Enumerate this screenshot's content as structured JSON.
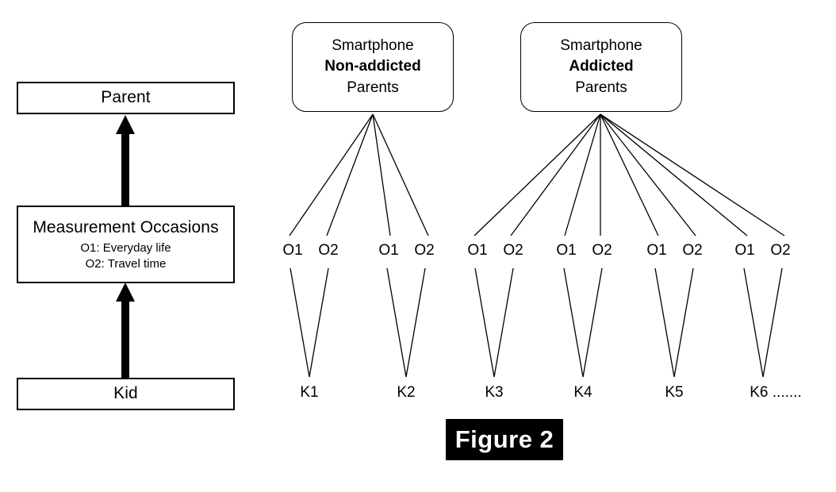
{
  "figure": {
    "caption": "Figure 2",
    "caption_bg": "#000000",
    "caption_fg": "#ffffff",
    "line_color": "#000000",
    "box_fill": "#ffffff"
  },
  "left_panel": {
    "levels": [
      {
        "id": "parent",
        "title": "Parent",
        "sublines": []
      },
      {
        "id": "measurement-occasions",
        "title": "Measurement Occasions",
        "sublines": [
          "O1: Everyday life",
          "O2: Travel time"
        ]
      },
      {
        "id": "kid",
        "title": "Kid",
        "sublines": []
      }
    ],
    "arrows": [
      {
        "id": "kid-to-occasions",
        "direction": "up"
      },
      {
        "id": "occasions-to-parent",
        "direction": "up"
      }
    ]
  },
  "right_panel": {
    "groups": [
      {
        "id": "non-addicted",
        "lines": [
          "Smartphone",
          "Non-addicted",
          "Parents"
        ],
        "bold_line_index": 1,
        "kids": [
          {
            "label": "K1",
            "occasions": [
              "O1",
              "O2"
            ]
          },
          {
            "label": "K2",
            "occasions": [
              "O1",
              "O2"
            ]
          }
        ]
      },
      {
        "id": "addicted",
        "lines": [
          "Smartphone",
          "Addicted",
          "Parents"
        ],
        "bold_line_index": 1,
        "kids": [
          {
            "label": "K3",
            "occasions": [
              "O1",
              "O2"
            ]
          },
          {
            "label": "K4",
            "occasions": [
              "O1",
              "O2"
            ]
          },
          {
            "label": "K5",
            "occasions": [
              "O1",
              "O2"
            ]
          },
          {
            "label": "K6 .......",
            "occasions": [
              "O1",
              "O2"
            ]
          }
        ]
      }
    ]
  }
}
